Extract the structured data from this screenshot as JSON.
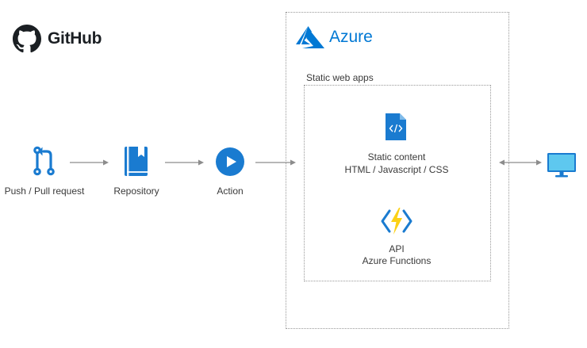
{
  "github": {
    "brand": "GitHub",
    "icon": "github-octocat-icon",
    "steps": [
      {
        "label": "Push / Pull request",
        "icon": "pull-request-icon"
      },
      {
        "label": "Repository",
        "icon": "repository-icon"
      },
      {
        "label": "Action",
        "icon": "action-play-icon"
      }
    ]
  },
  "azure": {
    "brand": "Azure",
    "icon": "azure-logo-icon",
    "group_label": "Static web apps",
    "static_content": {
      "title": "Static content",
      "subtitle": "HTML / Javascript / CSS",
      "icon": "code-file-icon"
    },
    "api": {
      "title": "API",
      "subtitle": "Azure Functions",
      "icon": "azure-functions-icon"
    }
  },
  "client": {
    "icon": "monitor-icon"
  },
  "colors": {
    "icon_blue": "#1a7bd0",
    "functions_yellow": "#fcd116",
    "arrow_gray": "#8c8c8c",
    "monitor_blue": "#5ec8ef"
  }
}
